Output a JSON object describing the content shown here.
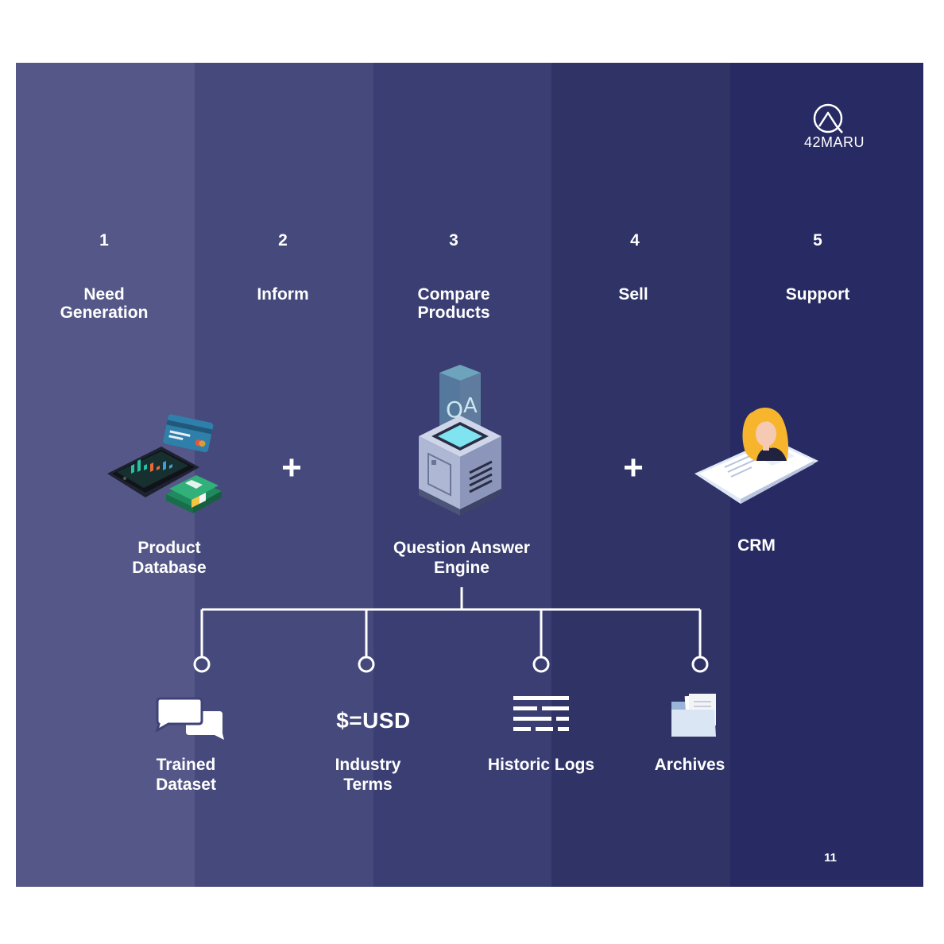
{
  "logo": {
    "text": "42MARU"
  },
  "stages": [
    {
      "number": "1",
      "title_line1": "Need",
      "title_line2": "Generation"
    },
    {
      "number": "2",
      "title_line1": "Inform",
      "title_line2": ""
    },
    {
      "number": "3",
      "title_line1": "Compare",
      "title_line2": "Products"
    },
    {
      "number": "4",
      "title_line1": "Sell",
      "title_line2": ""
    },
    {
      "number": "5",
      "title_line1": "Support",
      "title_line2": ""
    }
  ],
  "components": {
    "product_database": {
      "line1": "Product",
      "line2": "Database",
      "icon": "laptop-card-cash-icon"
    },
    "plus_symbol": "+",
    "qa_engine": {
      "line1": "Question Answer",
      "line2": "Engine",
      "icon": "qa-server-icon",
      "icon_letters": "Q A"
    },
    "crm": {
      "line1": "CRM",
      "icon": "customer-profile-icon"
    }
  },
  "sources": [
    {
      "line1": "Trained",
      "line2": "Dataset",
      "icon": "chat-bubbles-icon"
    },
    {
      "line1": "Industry",
      "line2": "Terms",
      "icon_text": "$=USD"
    },
    {
      "line1": "Historic Logs",
      "line2": "",
      "icon": "log-lines-icon"
    },
    {
      "line1": "Archives",
      "line2": "",
      "icon": "folder-documents-icon"
    }
  ],
  "page_number": "11",
  "colors": {
    "column_1": "#545787",
    "column_2": "#45497b",
    "column_3": "#3a3e72",
    "column_4": "#2f3366",
    "column_5": "#282b63",
    "text": "#ffffff"
  }
}
